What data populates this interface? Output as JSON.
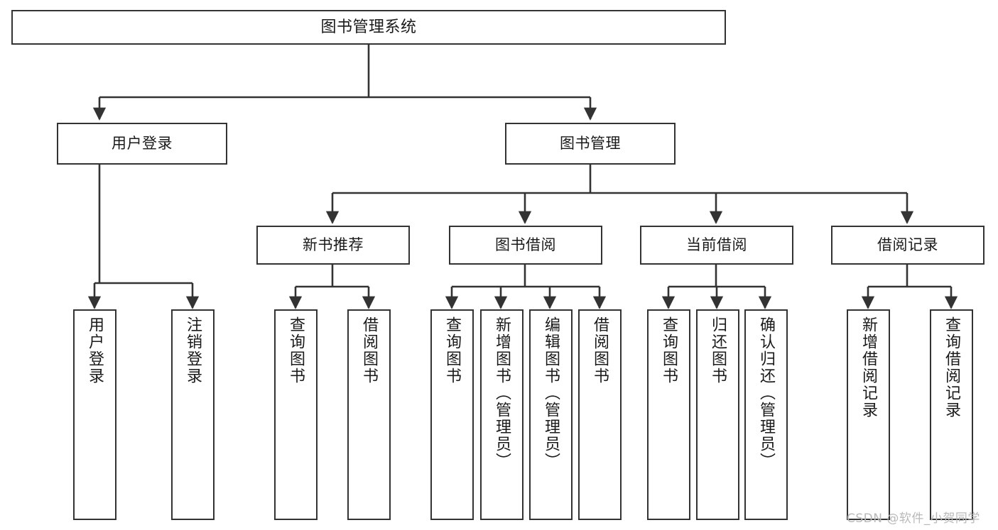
{
  "diagram": {
    "type": "tree",
    "title": "图书管理系统",
    "orientation": "top-down",
    "background_color": "#ffffff",
    "node_border_color": "#333333",
    "connector_color": "#333333"
  },
  "nodes": {
    "root": {
      "label": "图书管理系统",
      "level": 0
    },
    "user_login": {
      "label": "用户登录",
      "level": 1
    },
    "book_manage": {
      "label": "图书管理",
      "level": 1
    },
    "new_book_rec": {
      "label": "新书推荐",
      "level": 2
    },
    "book_borrow": {
      "label": "图书借阅",
      "level": 2
    },
    "current_borrow": {
      "label": "当前借阅",
      "level": 2
    },
    "borrow_record": {
      "label": "借阅记录",
      "level": 2
    },
    "leaf_user_login": {
      "label": "用户登录",
      "level": 2
    },
    "leaf_logout": {
      "label": "注销登录",
      "level": 2
    },
    "leaf_query_book_1": {
      "label": "查询图书",
      "level": 3
    },
    "leaf_borrow_book_1": {
      "label": "借阅图书",
      "level": 3
    },
    "leaf_query_book_2": {
      "label": "查询图书",
      "level": 3
    },
    "leaf_add_book": {
      "label": "新增图书（管理员）",
      "level": 3
    },
    "leaf_edit_book": {
      "label": "编辑图书（管理员）",
      "level": 3
    },
    "leaf_borrow_book_2": {
      "label": "借阅图书",
      "level": 3
    },
    "leaf_query_book_3": {
      "label": "查询图书",
      "level": 3
    },
    "leaf_return_book": {
      "label": "归还图书",
      "level": 3
    },
    "leaf_confirm_return": {
      "label": "确认归还（管理员）",
      "level": 3
    },
    "leaf_add_record": {
      "label": "新增借阅记录",
      "level": 3
    },
    "leaf_query_record": {
      "label": "查询借阅记录",
      "level": 3
    }
  },
  "edges": [
    {
      "from": "root",
      "to": "user_login"
    },
    {
      "from": "root",
      "to": "book_manage"
    },
    {
      "from": "user_login",
      "to": "leaf_user_login"
    },
    {
      "from": "user_login",
      "to": "leaf_logout"
    },
    {
      "from": "book_manage",
      "to": "new_book_rec"
    },
    {
      "from": "book_manage",
      "to": "book_borrow"
    },
    {
      "from": "book_manage",
      "to": "current_borrow"
    },
    {
      "from": "book_manage",
      "to": "borrow_record"
    },
    {
      "from": "new_book_rec",
      "to": "leaf_query_book_1"
    },
    {
      "from": "new_book_rec",
      "to": "leaf_borrow_book_1"
    },
    {
      "from": "book_borrow",
      "to": "leaf_query_book_2"
    },
    {
      "from": "book_borrow",
      "to": "leaf_add_book"
    },
    {
      "from": "book_borrow",
      "to": "leaf_edit_book"
    },
    {
      "from": "book_borrow",
      "to": "leaf_borrow_book_2"
    },
    {
      "from": "current_borrow",
      "to": "leaf_query_book_3"
    },
    {
      "from": "current_borrow",
      "to": "leaf_return_book"
    },
    {
      "from": "current_borrow",
      "to": "leaf_confirm_return"
    },
    {
      "from": "borrow_record",
      "to": "leaf_add_record"
    },
    {
      "from": "borrow_record",
      "to": "leaf_query_record"
    }
  ],
  "watermark": {
    "text": "CSDN @软件_小贺同学"
  }
}
